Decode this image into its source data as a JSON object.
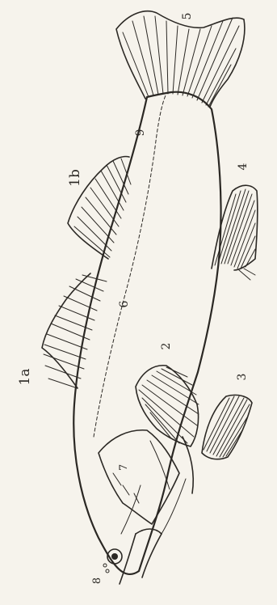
{
  "labels": {
    "spiny_dorsal_fin": "1a",
    "soft_dorsal_fin": "1b",
    "pectoral_fin": "2",
    "pelvic_fin": "3",
    "anal_fin": "4",
    "caudal_fin": "5",
    "lateral_line": "6",
    "operculum": "7",
    "nostril": "8",
    "caudal_peduncle": "9"
  },
  "colors": {
    "ink": "#2b2824",
    "paper": "#f6f3ec"
  }
}
